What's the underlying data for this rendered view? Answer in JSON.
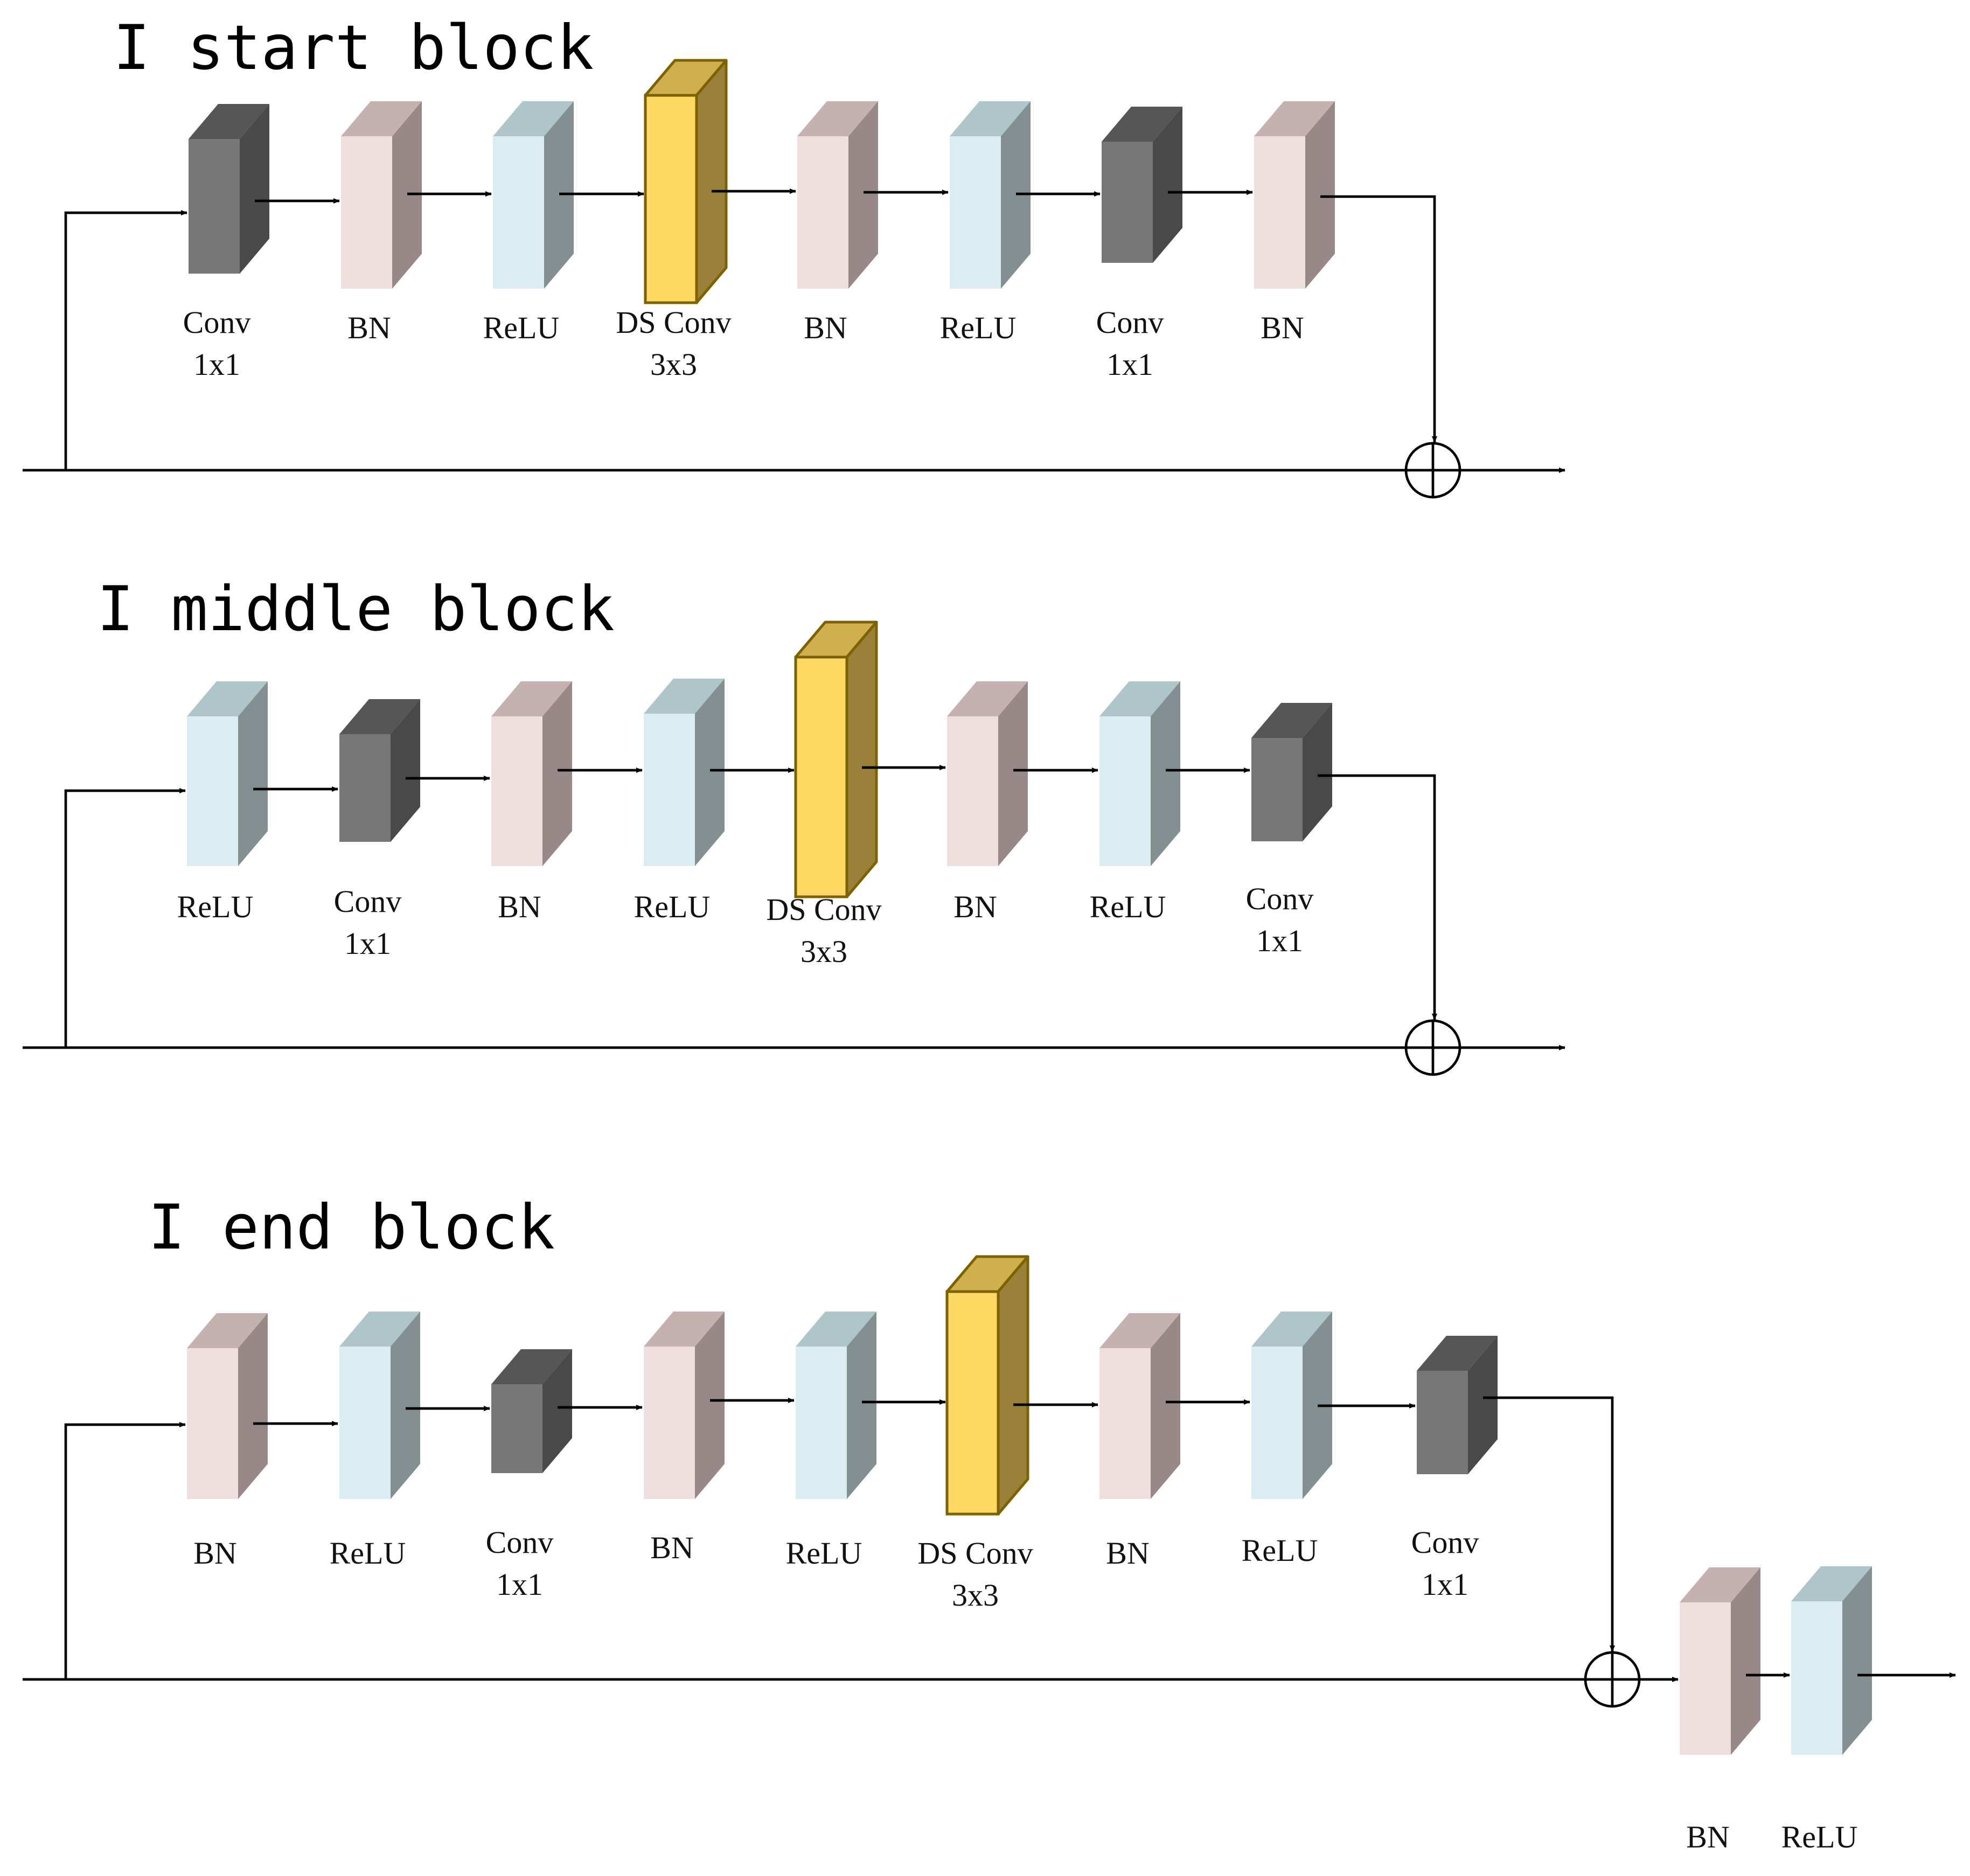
{
  "colors": {
    "conv": [
      "#777777",
      "#565656",
      "#494949"
    ],
    "bn": [
      "#efdede",
      "#c6b1b1",
      "#988888"
    ],
    "relu": [
      "#dbedf3",
      "#aec5ca",
      "#838f91"
    ],
    "dsconv": [
      "#fdd964",
      "#d0b04c",
      "#9b803a"
    ],
    "dsconv_stroke": "#7c6200"
  },
  "blocks": [
    {
      "title": "I start block",
      "layers": [
        {
          "type": "conv",
          "label": [
            "Conv",
            "1x1"
          ]
        },
        {
          "type": "bn",
          "label": [
            "BN"
          ]
        },
        {
          "type": "relu",
          "label": [
            "ReLU"
          ]
        },
        {
          "type": "dsconv",
          "label": [
            "DS Conv",
            "3x3"
          ]
        },
        {
          "type": "bn",
          "label": [
            "BN"
          ]
        },
        {
          "type": "relu",
          "label": [
            "ReLU"
          ]
        },
        {
          "type": "conv",
          "label": [
            "Conv",
            "1x1"
          ]
        },
        {
          "type": "bn",
          "label": [
            "BN"
          ]
        }
      ]
    },
    {
      "title": "I middle block",
      "layers": [
        {
          "type": "relu",
          "label": [
            "ReLU"
          ]
        },
        {
          "type": "conv",
          "label": [
            "Conv",
            "1x1"
          ]
        },
        {
          "type": "bn",
          "label": [
            "BN"
          ]
        },
        {
          "type": "relu",
          "label": [
            "ReLU"
          ]
        },
        {
          "type": "dsconv",
          "label": [
            "DS Conv",
            "3x3"
          ]
        },
        {
          "type": "bn",
          "label": [
            "BN"
          ]
        },
        {
          "type": "relu",
          "label": [
            "ReLU"
          ]
        },
        {
          "type": "conv",
          "label": [
            "Conv",
            "1x1"
          ]
        }
      ]
    },
    {
      "title": "I end block",
      "layers": [
        {
          "type": "bn",
          "label": [
            "BN"
          ]
        },
        {
          "type": "relu",
          "label": [
            "ReLU"
          ]
        },
        {
          "type": "conv",
          "label": [
            "Conv",
            "1x1"
          ]
        },
        {
          "type": "bn",
          "label": [
            "BN"
          ]
        },
        {
          "type": "relu",
          "label": [
            "ReLU"
          ]
        },
        {
          "type": "dsconv",
          "label": [
            "DS Conv",
            "3x3"
          ]
        },
        {
          "type": "bn",
          "label": [
            "BN"
          ]
        },
        {
          "type": "relu",
          "label": [
            "ReLU"
          ]
        },
        {
          "type": "conv",
          "label": [
            "Conv",
            "1x1"
          ]
        }
      ],
      "post_layers": [
        {
          "type": "bn",
          "label": [
            "BN"
          ]
        },
        {
          "type": "relu",
          "label": [
            "ReLU"
          ]
        }
      ]
    }
  ]
}
